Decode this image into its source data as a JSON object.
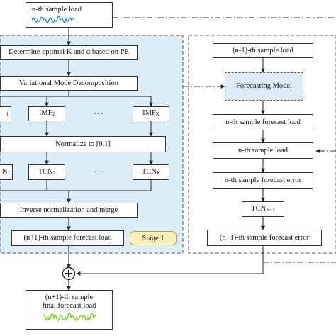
{
  "top_input": {
    "label": "n-th sample load"
  },
  "stage1": {
    "pe_step": "Determine optimal K and α based on PE",
    "vmd_step": "Variational Mode Decomposition",
    "imf_partial": "1",
    "imf2": "IMF",
    "imf2_sub": "2",
    "imfk": "IMF",
    "imfk_sub": "K",
    "normalize": "Normalize to [0,1]",
    "tcn_partial": "N",
    "tcn_partial_sub": "1",
    "tcn2": "TCN",
    "tcn2_sub": "2",
    "tcnk": "TCN",
    "tcnk_sub": "K",
    "merge": "Inverse normalization and merge",
    "forecast": "(n+1)-th sample forecast load",
    "stage_label": "Stage 1",
    "ellipsis": "···"
  },
  "stage2": {
    "prev_load": "(n-1)-th sample  load",
    "forecasting_model": "Forecasting Model",
    "forecast_load": "n-th sample forecast load",
    "sample_load": "n-th sample load",
    "forecast_error": "n-th sample forecast error",
    "tcn": "TCN",
    "tcn_sub": "K+1",
    "next_error": "(n+1)-th  sample forecast error"
  },
  "output": {
    "line1": "(n+1)-th sample",
    "line2": "final forecast load"
  },
  "sum_symbol": "+",
  "colors": {
    "stage1_fill": "#dcedf8",
    "region_border": "#555555",
    "blue_wave": "#1e88e5",
    "green_wave": "#7fd321",
    "stage_badge": "#fbf0b9"
  }
}
